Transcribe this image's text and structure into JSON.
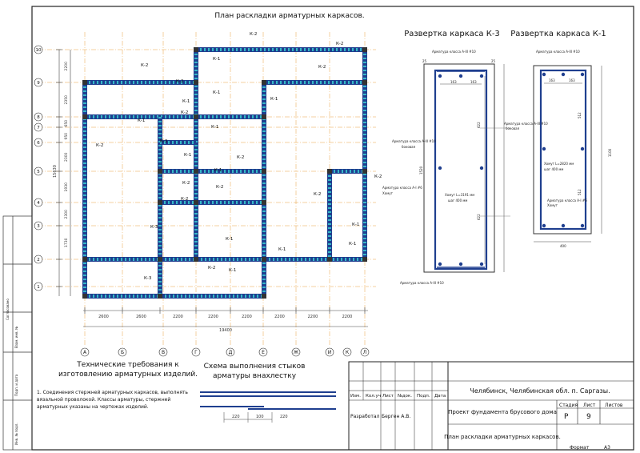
{
  "titles": {
    "plan": "План раскладки арматурных каркасов.",
    "k3": "Развертка каркаса К-3",
    "k1": "Развертка каркаса К-1"
  },
  "stamp": {
    "agreed": "Согласовано",
    "inv_replace": "Взам. инв. №",
    "sign_date": "Подп. и дата",
    "inv_orig": "Инв. № подл."
  },
  "plan": {
    "axes_letters": [
      "А",
      "Б",
      "В",
      "Г",
      "Д",
      "Е",
      "Ж",
      "И",
      "К",
      "Л"
    ],
    "axes_numbers": [
      "10",
      "9",
      "8",
      "7",
      "6",
      "5",
      "4",
      "3",
      "2",
      "1"
    ],
    "bay_dims": [
      "2600",
      "2600",
      "2200",
      "2200",
      "2200",
      "2200",
      "2200",
      "2200"
    ],
    "row_dims": [
      "2200",
      "2350",
      "650",
      "950",
      "2300",
      "1930",
      "2300",
      "1730"
    ],
    "total_length": "19400",
    "frame_labels": [
      "К-2",
      "К-2",
      "К-1",
      "К-2",
      "К-2",
      "К-1",
      "К-1",
      "К-2",
      "К-1",
      "К-1",
      "К-2",
      "К-1",
      "К-3",
      "К-2",
      "К-1",
      "К-2",
      "К-2",
      "К-1",
      "К-2",
      "К-2",
      "К-1",
      "К-2",
      "К-3",
      "К-1",
      "К-2",
      "К-1",
      "К-3",
      "К-1",
      "К-1",
      "К-2"
    ]
  },
  "k3": {
    "top_bar": "Арматура класса А-III #10",
    "side_bar": "Арматура класса А-III #10",
    "side_sub": "боковая",
    "clamp": "Арматура класса А-I #6",
    "clamp_sub": "Хомут",
    "stirrup": "Хомут L=3191 мм",
    "stirrup_step": "шаг 400 мм",
    "bottom_bar": "Арматура класса А-III #10",
    "d1": "163",
    "d25": "25",
    "d622": "622",
    "d1520": "1520"
  },
  "k1": {
    "top_bar": "Арматура класса А-III #10",
    "side_bar": "Арматура класса А-III #10",
    "side_sub": "боковая",
    "stirrup": "Хомут L=2820 мм",
    "stirrup_step": "шаг 400 мм",
    "clamp": "Арматура класса А-I #6",
    "clamp_sub": "Хомут",
    "d1": "163",
    "d512": "512",
    "d1100": "1100",
    "d400": "400"
  },
  "requirements": {
    "title1": "Технические требования к",
    "title2": "изготовлению арматурных изделий.",
    "line1": "1.  Соединения стержней арматурных каркасов, выполнять",
    "line2": "вязальной проволокой. Классы арматуры, стержней",
    "line3": "арматурных указаны на чертежах изделий."
  },
  "splice": {
    "title1": "Схема выполнения стыков",
    "title2": "арматуры внахлестку",
    "d1": "220",
    "d2": "100"
  },
  "title_block": {
    "address": "Челябинск, Челябинская обл. п. Саргазы.",
    "cols": [
      "Изм.",
      "Кол.уч",
      "Лист",
      "№док.",
      "Подп.",
      "Дата"
    ],
    "developed": "Разработал",
    "author": "Берген А.В.",
    "project": "Проект фундамента брусового дома",
    "sheet_name": "План раскладки арматурных каркасов.",
    "stage_label": "Стадия",
    "sheet_label": "Лист",
    "sheets_label": "Листов",
    "stage": "Р",
    "sheet": "9",
    "format_label": "Формат",
    "format": "А3"
  },
  "colors": {
    "grid_axis": "#e8a040",
    "frame": "#1f3f8f",
    "stirrup": "#35b8c8",
    "node": "#333333"
  }
}
